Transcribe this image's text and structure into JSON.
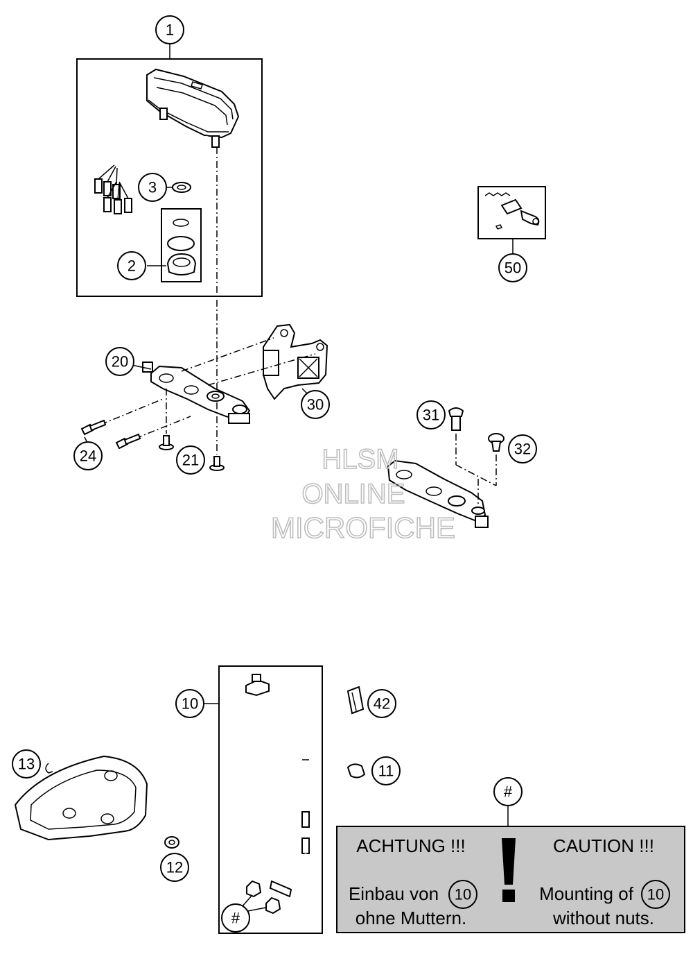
{
  "callouts": {
    "c1": "1",
    "c2": "2",
    "c3": "3",
    "c50": "50",
    "c20": "20",
    "c30": "30",
    "c24": "24",
    "c21": "21",
    "c31": "31",
    "c32": "32",
    "c10": "10",
    "c42": "42",
    "c11": "11",
    "c13": "13",
    "c12": "12",
    "hash_top": "#",
    "hash_bottom": "#"
  },
  "watermark": {
    "line1": "HLSM",
    "line2": "ONLINE",
    "line3": "MICROFICHE"
  },
  "caution_box": {
    "de_title": "ACHTUNG !!!",
    "de_line1": "Einbau von",
    "de_line2": "ohne Muttern.",
    "de_ref": "10",
    "en_title": "CAUTION !!!",
    "en_line1": "Mounting of",
    "en_line2": "without nuts.",
    "en_ref": "10",
    "exclamation": "!"
  },
  "colors": {
    "caution_fill": "#c8c8c8",
    "watermark_stroke": "#bdbdbd"
  }
}
